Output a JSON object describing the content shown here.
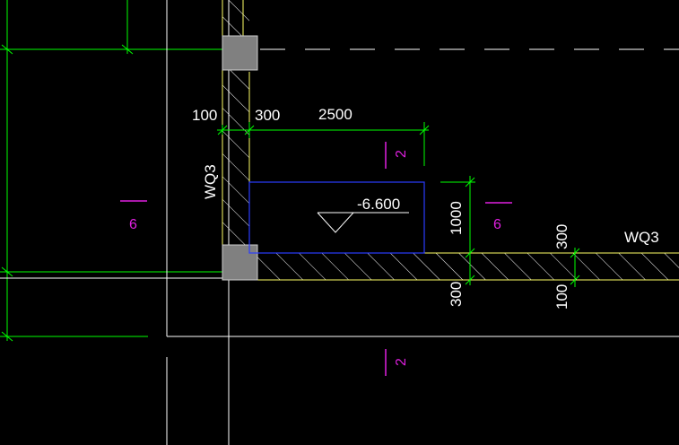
{
  "drawing": {
    "colors": {
      "background": "#000000",
      "dimension": "#00ff00",
      "text": "#ffffff",
      "section_mark": "#e020e0",
      "wall_hatch": "#ffff66",
      "outline": "#ffffff",
      "pit": "#2a3cff",
      "column": "#808080"
    },
    "dimensions": {
      "left_gap": "100",
      "wall_thickness": "300",
      "pit_width": "2500",
      "pit_depth": "1000",
      "slab_left": "300",
      "slab_right_top": "300",
      "slab_right_bottom": "100"
    },
    "wall_labels": {
      "vertical": "WQ3",
      "horizontal": "WQ3"
    },
    "elevation": "-6.600",
    "section_marks": {
      "top": "2",
      "bottom": "2",
      "left": "6",
      "right": "6"
    }
  }
}
